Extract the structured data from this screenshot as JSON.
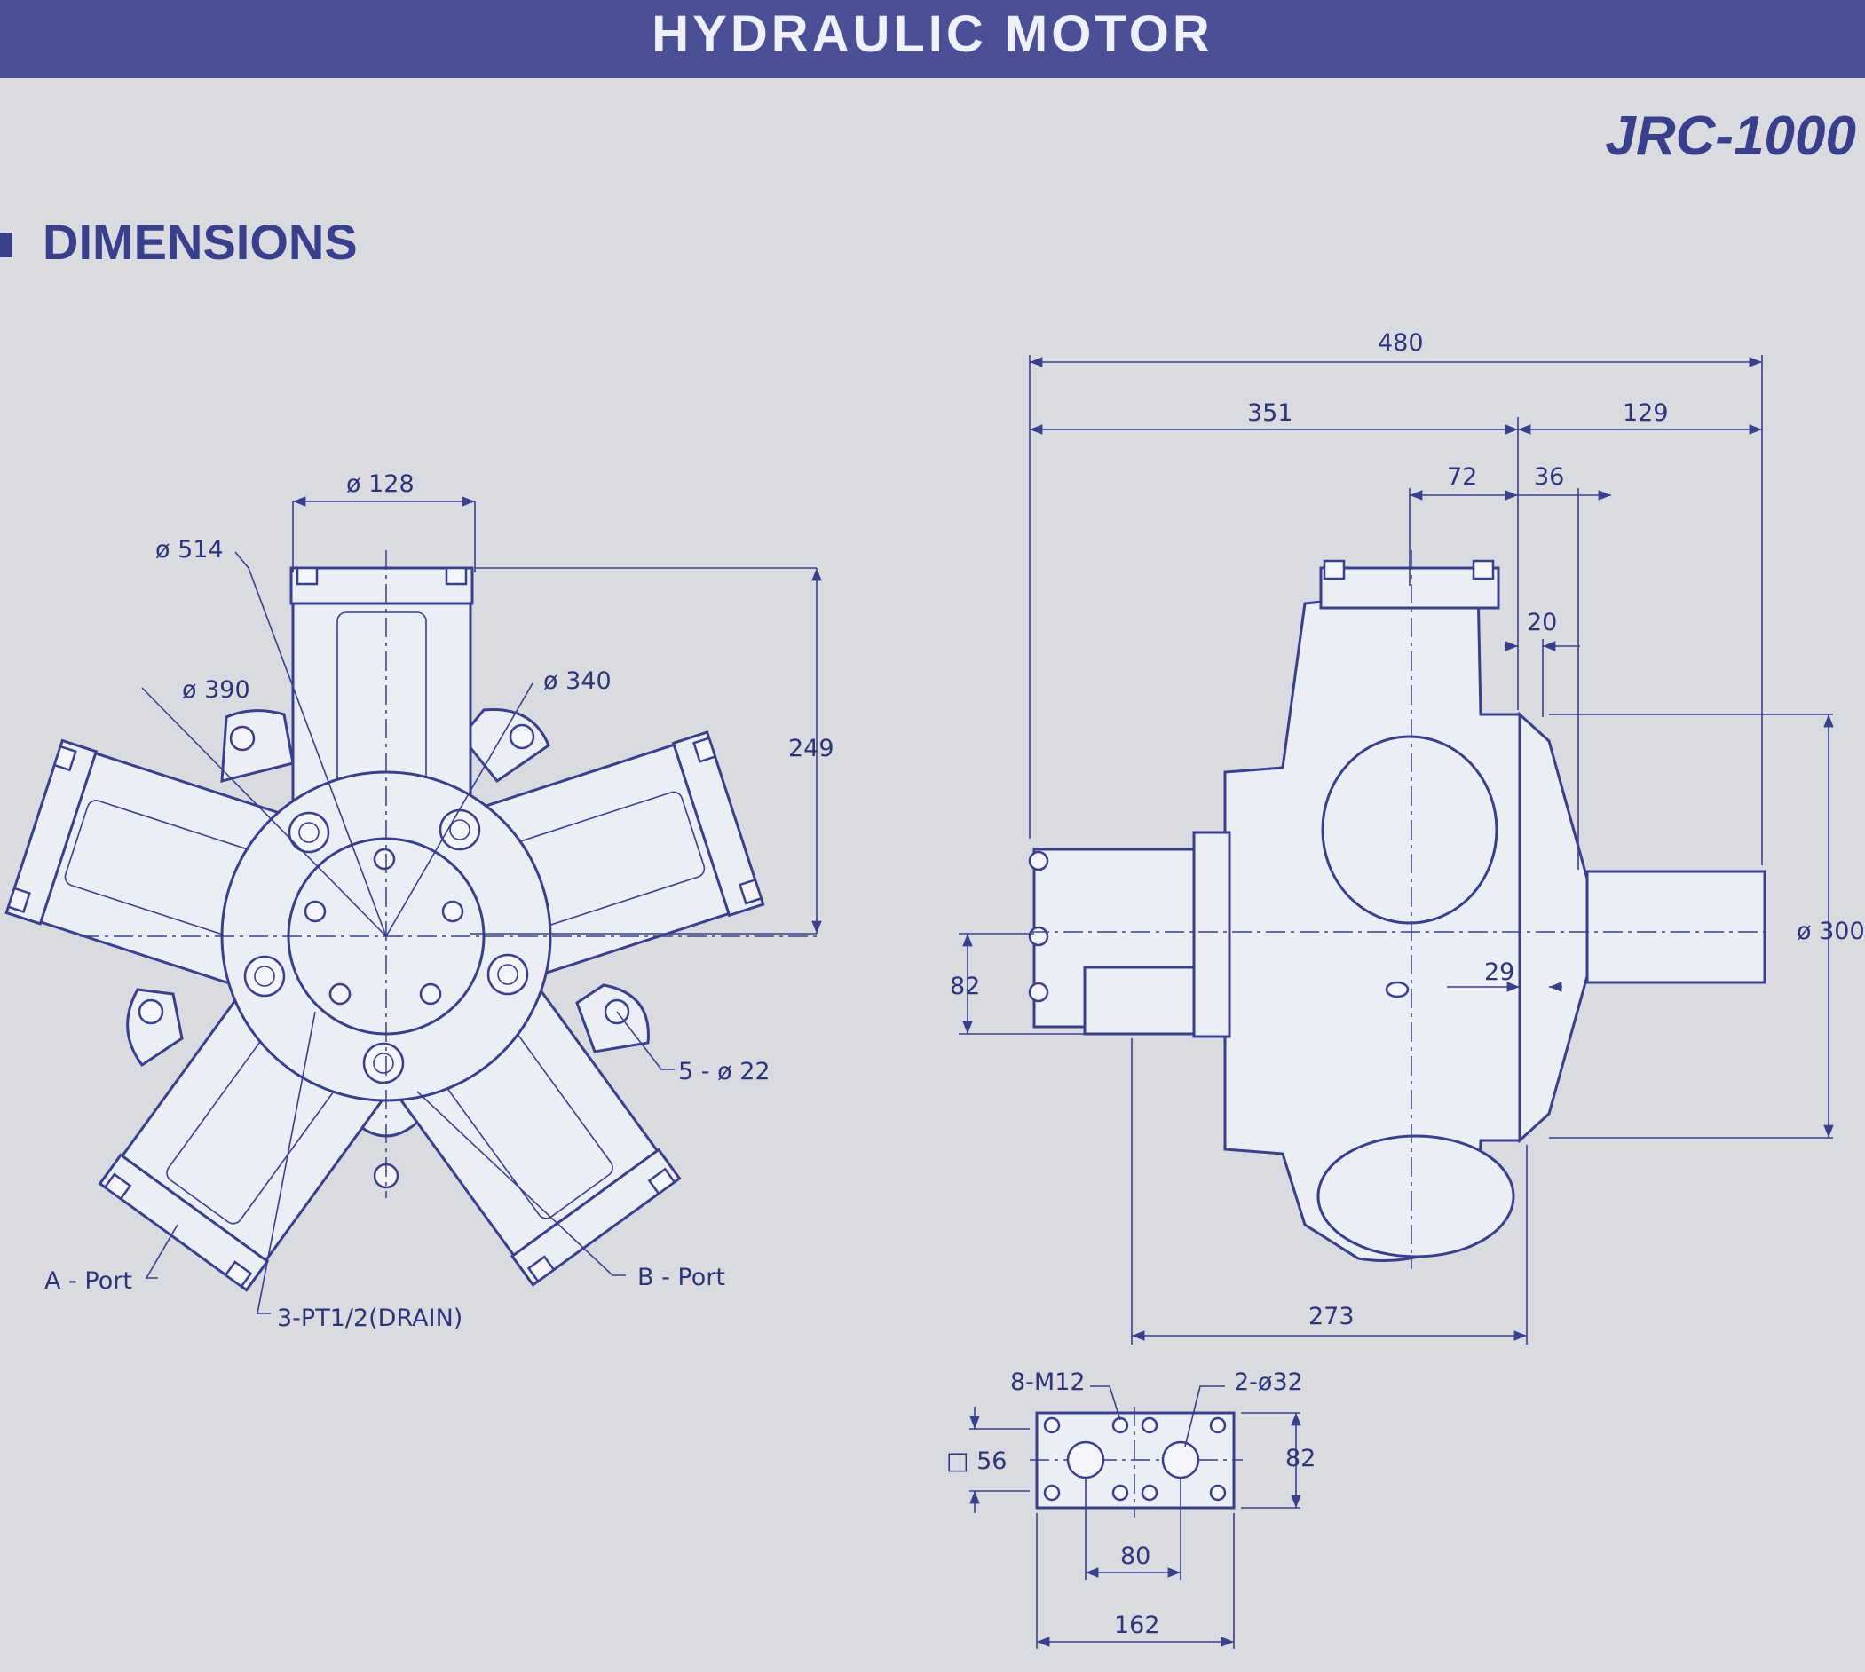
{
  "header": {
    "title": "HYDRAULIC  MOTOR",
    "model": "JRC-1000"
  },
  "section": {
    "title": "DIMENSIONS"
  },
  "front_view": {
    "d128": "ø 128",
    "d514": "ø 514",
    "d390": "ø 390",
    "d340": "ø 340",
    "h249": "249",
    "holes": "5 - ø 22",
    "port_a": "A - Port",
    "port_b": "B - Port",
    "drain": "3-PT1/2(DRAIN)"
  },
  "side_view": {
    "d480": "480",
    "d351": "351",
    "d129": "129",
    "d72": "72",
    "d36": "36",
    "d20": "20",
    "d300": "ø 300",
    "d82": "82",
    "d29": "29",
    "d273": "273"
  },
  "flange_view": {
    "bolts": "8-M12",
    "ports": "2-ø32",
    "sq56": "□ 56",
    "h82": "82",
    "d80": "80",
    "d162": "162"
  },
  "colors": {
    "ink": "#3a3f8c",
    "banner": "#4a4f96",
    "paper": "#d9dbe1"
  }
}
